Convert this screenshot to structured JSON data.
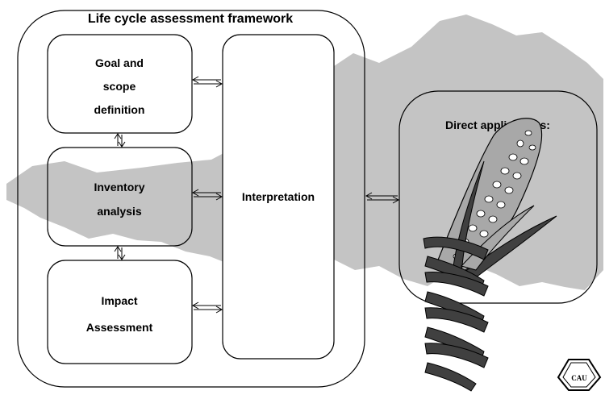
{
  "framework": {
    "title": "Life cycle assessment framework",
    "goal": {
      "line1": "Goal and",
      "line2": "scope",
      "line3": "definition"
    },
    "inventory": {
      "line1": "Inventory",
      "line2": "analysis"
    },
    "impact": {
      "line1": "Impact",
      "line2": "Assessment"
    },
    "interpretation": "Interpretation"
  },
  "applications": {
    "title": "Direct applications:"
  },
  "logo": {
    "text": "CAU"
  },
  "colors": {
    "map": "#c4c4c4",
    "line": "#000000",
    "box": "#ffffff",
    "dna": "#404040",
    "corn": "#a8a8a8"
  },
  "icons": [
    "map-silhouette",
    "dna-helix-icon",
    "corn-cob-icon",
    "cau-logo-icon"
  ]
}
